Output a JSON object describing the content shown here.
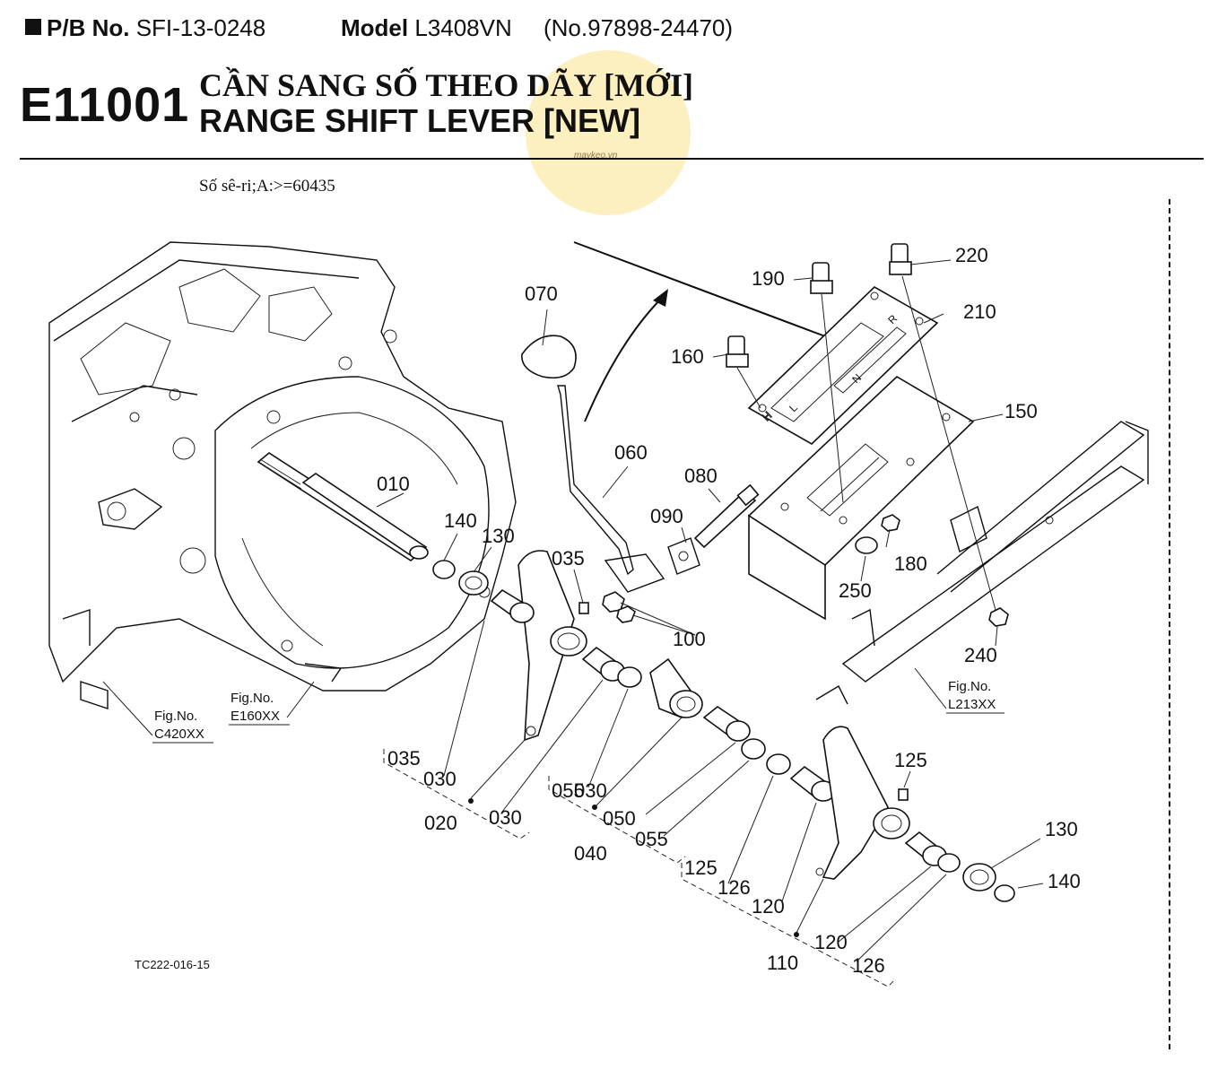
{
  "header": {
    "pb_label": "P/B No.",
    "pb_value": "SFI-13-0248",
    "model_label": "Model",
    "model_value": "L3408VN",
    "serial_range": "(No.97898-24470)"
  },
  "group_code": "E11001",
  "title_vn": "CẦN SANG SỐ THEO DÃY [MỚI]",
  "title_en": "RANGE SHIFT LEVER [NEW]",
  "serial_note": "Số sê-ri;A:>=60435",
  "figure_code": "TC222-016-15",
  "watermark": "maykeo.vn",
  "fig_refs": [
    {
      "label": "Fig.No.",
      "ref": "C420XX"
    },
    {
      "label": "Fig.No.",
      "ref": "E160XX"
    },
    {
      "label": "Fig.No.",
      "ref": "L213XX"
    }
  ],
  "callouts": [
    "010",
    "020",
    "030",
    "030",
    "030",
    "035",
    "035",
    "040",
    "050",
    "055",
    "055",
    "060",
    "070",
    "080",
    "090",
    "100",
    "110",
    "120",
    "120",
    "125",
    "125",
    "126",
    "126",
    "130",
    "130",
    "140",
    "140",
    "150",
    "160",
    "180",
    "190",
    "210",
    "220",
    "240",
    "250"
  ],
  "colors": {
    "ink": "#111111",
    "watermark": "#fad75a"
  }
}
